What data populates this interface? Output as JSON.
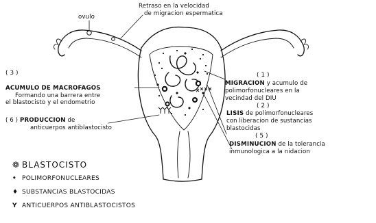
{
  "labels": {
    "top_line1": "Retraso en la velocidad",
    "top_line2": "de migracion espermatica",
    "ovulo": "ovulo",
    "n3": "( 3 )",
    "macro_title": "ACUMULO DE MACROFAGOS",
    "macro_l2": "Formando una barrera entre",
    "macro_l3": "el blastocisto y el endometrio",
    "n6": "( 6 )",
    "prod_title": "PRODUCCION",
    "prod_rest": "de",
    "prod_l2": "anticuerpos antiblastocisto",
    "n1": "( 1 )",
    "migr_title": "MIGRACION",
    "migr_rest": "y acumulo de",
    "migr_l2": "polimorfonucleares en la",
    "migr_l3": "vecindad del DIU",
    "n2": "( 2 )",
    "lisis_title": "LISIS",
    "lisis_rest": "de polimorfonucleares",
    "lisis_l2": "con liberacion de sustancias",
    "lisis_l3": "blastocidas",
    "n5": "( 5 )",
    "dism_title": "DISMINUCION",
    "dism_rest": "de la tolerancia",
    "dism_l2": "inmunologica a la nidacion"
  },
  "legend": [
    {
      "symbol": "❁",
      "text": "BLASTOCISTO",
      "icon": "blastocyst-icon"
    },
    {
      "symbol": "•",
      "text": "POLIMORFONUCLEARES",
      "icon": "polymorphonuclear-dot-icon"
    },
    {
      "symbol": "♦",
      "text": "SUBSTANCIAS BLASTOCIDAS",
      "icon": "blastocidal-substance-icon"
    },
    {
      "symbol": "Y",
      "text": "ANTICUERPOS ANTIBLASTOCISTOS",
      "icon": "antibody-icon"
    }
  ]
}
